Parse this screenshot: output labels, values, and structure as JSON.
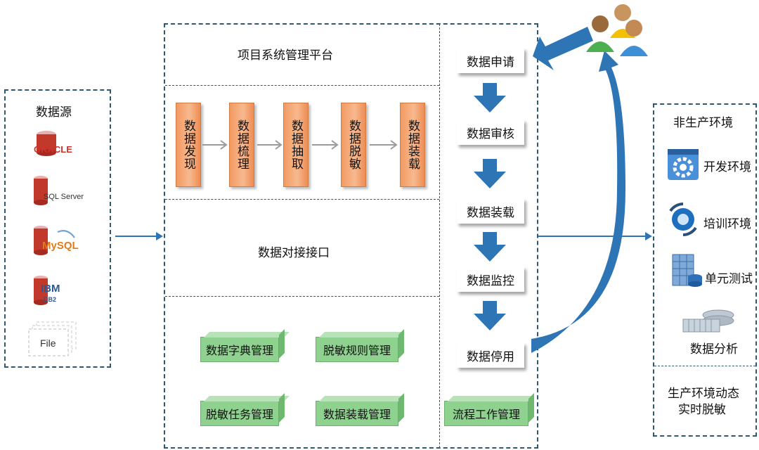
{
  "data_source": {
    "title": "数据源",
    "items": [
      {
        "name": "oracle",
        "label": "ORACLE"
      },
      {
        "name": "sqlserver",
        "label": "SQL Server"
      },
      {
        "name": "mysql",
        "label": "MySQL"
      },
      {
        "name": "ibm-db2",
        "label": "IBM",
        "sub": "DB2"
      },
      {
        "name": "file",
        "label": "File"
      }
    ]
  },
  "platform": {
    "title": "项目系统管理平台",
    "pipeline": [
      "数据发现",
      "数据梳理",
      "数据抽取",
      "数据脱敏",
      "数据装载"
    ],
    "interface": "数据对接接口",
    "modules": [
      "数据字典管理",
      "脱敏规则管理",
      "脱敏任务管理",
      "数据装载管理"
    ]
  },
  "workflow": {
    "steps": [
      "数据申请",
      "数据审核",
      "数据装载",
      "数据监控",
      "数据停用"
    ],
    "module": "流程工作管理"
  },
  "nonprod": {
    "title": "非生产环境",
    "items": [
      "开发环境",
      "培训环境",
      "单元测试",
      "数据分析"
    ]
  },
  "prod": {
    "line1": "生产环境动态",
    "line2": "实时脱敏"
  },
  "colors": {
    "border": "#2f5872",
    "arrow": "#2e75b6",
    "orange": "#f4a46e",
    "green": "#8fd18f"
  }
}
